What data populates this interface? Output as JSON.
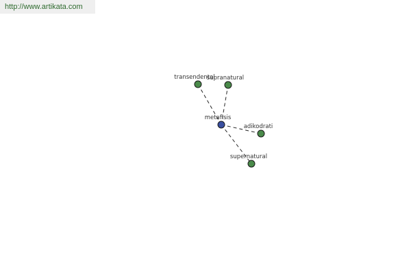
{
  "watermark": {
    "text": "http://www.artikata.com"
  },
  "graph": {
    "center": {
      "label": "metafisis",
      "color": "#3a4fa0"
    },
    "leaf_color": "#4a8a4a",
    "leaves": [
      {
        "label": "transendental"
      },
      {
        "label": "supranatural"
      },
      {
        "label": "adikodrati"
      },
      {
        "label": "supernatural"
      }
    ]
  }
}
